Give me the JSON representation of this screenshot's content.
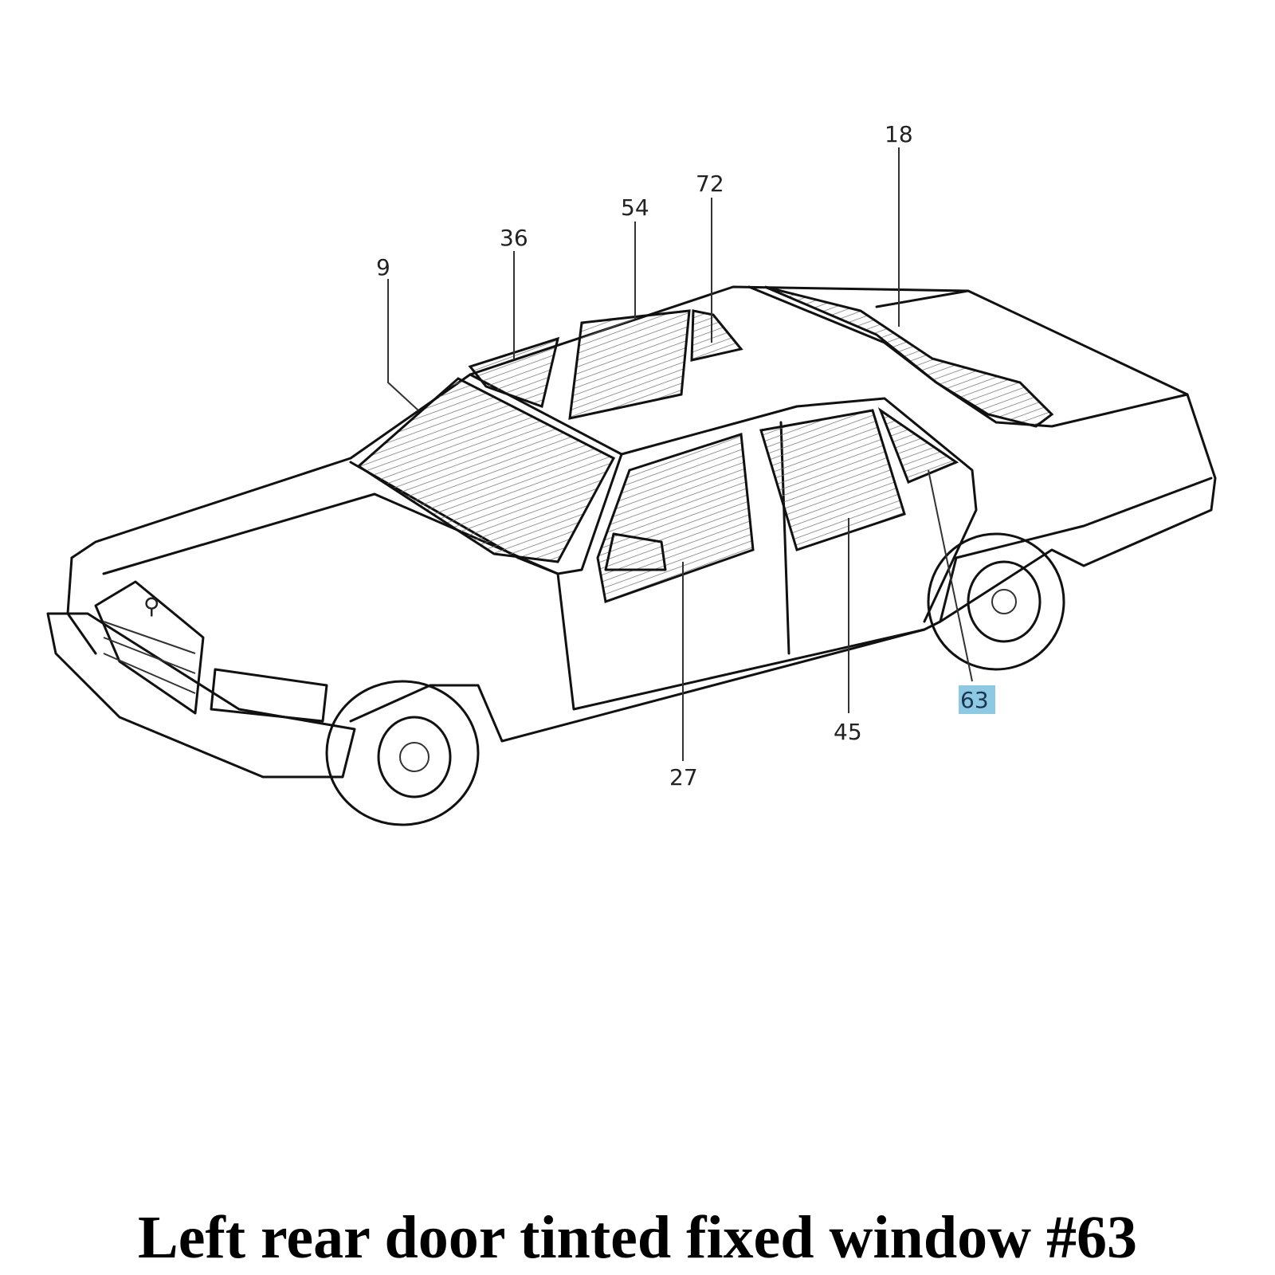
{
  "diagram": {
    "labels": [
      {
        "id": "9",
        "text": "9"
      },
      {
        "id": "36",
        "text": "36"
      },
      {
        "id": "54",
        "text": "54"
      },
      {
        "id": "72",
        "text": "72"
      },
      {
        "id": "18",
        "text": "18"
      },
      {
        "id": "27",
        "text": "27"
      },
      {
        "id": "45",
        "text": "45"
      },
      {
        "id": "63",
        "text": "63",
        "highlighted": true
      }
    ],
    "highlight_color": "#8ec9e3"
  },
  "caption": "Left rear door tinted fixed window #63"
}
